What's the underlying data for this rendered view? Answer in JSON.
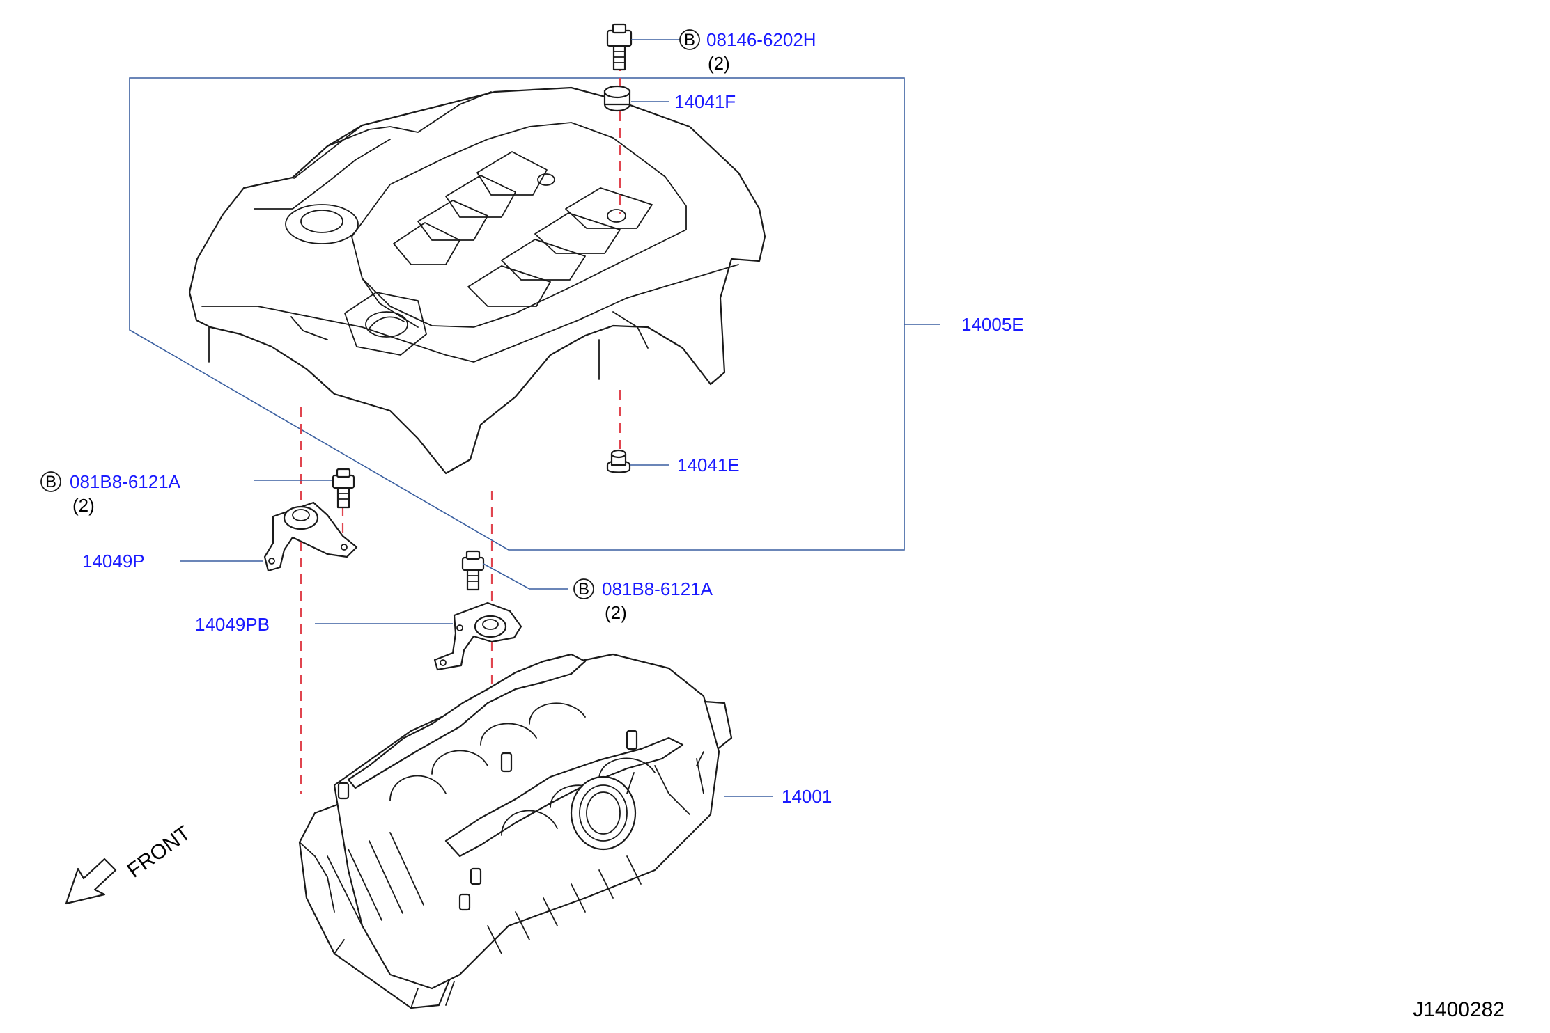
{
  "colors": {
    "callout": "#1a1aff",
    "leader": "#3a5fa0",
    "centerline": "#e0454f",
    "outline": "#1a1a1a"
  },
  "labels": {
    "bolt_top": {
      "symbol": "B",
      "part": "08146-6202H",
      "qty": "(2)"
    },
    "grommet_top": {
      "part": "14041F"
    },
    "cover": {
      "part": "14005E"
    },
    "grommet_bottom": {
      "part": "14041E"
    },
    "bolt_left": {
      "symbol": "B",
      "part": "081B8-6121A",
      "qty": "(2)"
    },
    "bracket_left": {
      "part": "14049P"
    },
    "bolt_mid": {
      "symbol": "B",
      "part": "081B8-6121A",
      "qty": "(2)"
    },
    "bracket_mid": {
      "part": "14049PB"
    },
    "manifold": {
      "part": "14001"
    }
  },
  "direction": {
    "text": "FRONT",
    "icon": "front-arrow-icon"
  },
  "figure_code": "J1400282",
  "icons": [
    "bolt-icon",
    "grommet-icon",
    "engine-cover-icon",
    "bracket-icon",
    "intake-manifold-icon",
    "front-arrow-icon"
  ]
}
